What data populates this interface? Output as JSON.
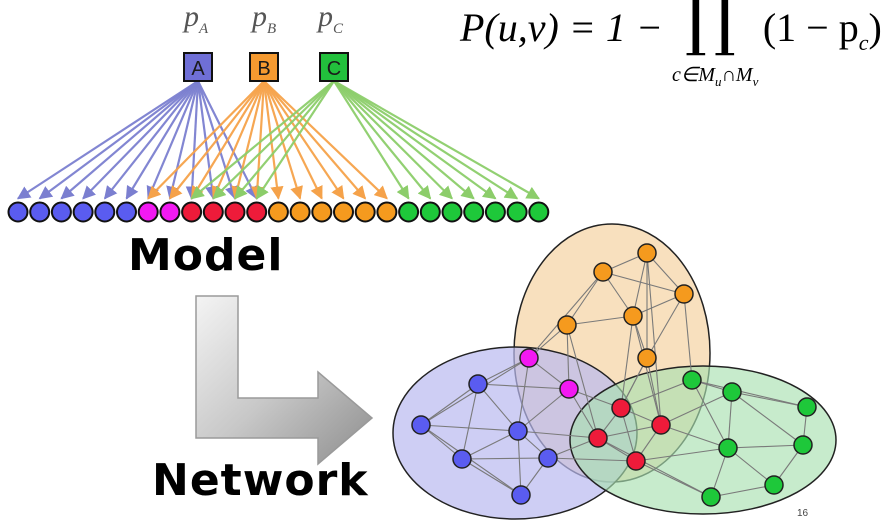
{
  "formula": {
    "lhs": "P(u,v) = 1 −",
    "rhs": "(1 − p",
    "rhs_sub": "c",
    "rhs_close": ")",
    "product_symbol": "∏",
    "product_sub": "c∈M",
    "product_sub_u": "u",
    "product_sub_cap": "∩M",
    "product_sub_v": "v"
  },
  "communities": [
    {
      "id": "A",
      "label": "A",
      "param": "p",
      "param_sub": "A",
      "color": "#6f6fd6",
      "edge_color": "#7b7fd0"
    },
    {
      "id": "B",
      "label": "B",
      "param": "p",
      "param_sub": "B",
      "color": "#f59a30",
      "edge_color": "#f5a24a"
    },
    {
      "id": "C",
      "label": "C",
      "param": "p",
      "param_sub": "C",
      "color": "#22c03c",
      "edge_color": "#8ccd6a"
    }
  ],
  "model_nodes": [
    "blue",
    "blue",
    "blue",
    "blue",
    "blue",
    "blue",
    "magenta",
    "magenta",
    "red",
    "red",
    "red",
    "red",
    "orange",
    "orange",
    "orange",
    "orange",
    "orange",
    "orange",
    "green",
    "green",
    "green",
    "green",
    "green",
    "green",
    "green"
  ],
  "node_colors": {
    "blue": "#5a5cf0",
    "magenta": "#f219f2",
    "red": "#ee1b3a",
    "orange": "#f59a1e",
    "green": "#1ec83a"
  },
  "labels": {
    "model": "Model",
    "network": "Network"
  },
  "page_number": "16"
}
